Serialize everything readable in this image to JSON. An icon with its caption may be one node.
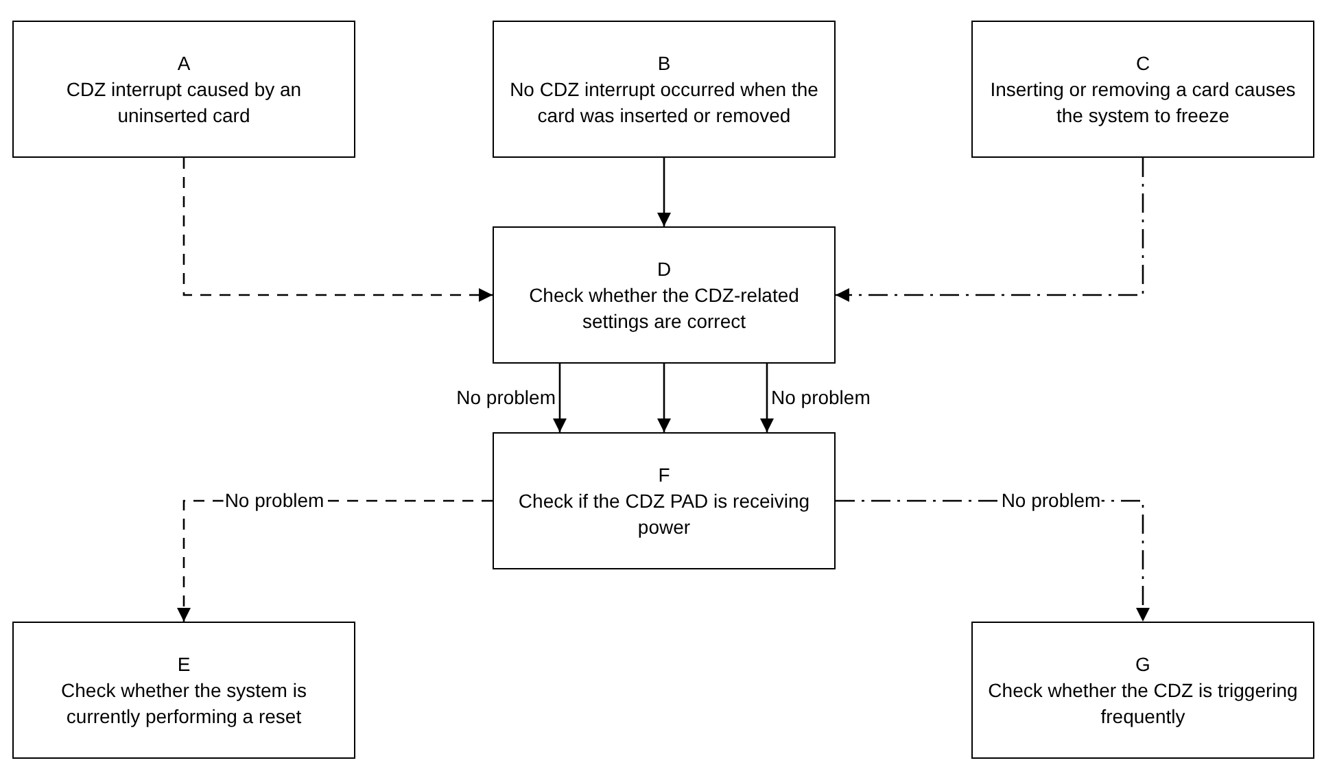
{
  "diagram": {
    "nodes": [
      {
        "text": [
          "A",
          "CDZ interrupt caused by an uninserted card"
        ]
      },
      {
        "text": [
          "B",
          "No CDZ interrupt occurred when the card was inserted or removed"
        ]
      },
      {
        "text": [
          "C",
          "Inserting or removing a card causes the system to freeze"
        ]
      },
      {
        "text": [
          "D",
          "Check whether the CDZ-related settings are correct"
        ]
      },
      {
        "text": [
          "F",
          "Check if the CDZ PAD is receiving power"
        ]
      },
      {
        "text": [
          "E",
          "Check whether the system is currently performing a reset"
        ]
      },
      {
        "text": [
          "G",
          "Check whether the CDZ is triggering frequently"
        ]
      }
    ],
    "edges": [
      {
        "from": 0,
        "to": 3,
        "arrow": "to",
        "style": "dashed"
      },
      {
        "from": 1,
        "to": 3,
        "arrow": "to"
      },
      {
        "from": 2,
        "to": 3,
        "arrow": "to",
        "style": "dashed"
      },
      {
        "from": 3,
        "to": 4,
        "arrow": "to",
        "label": "No problem"
      },
      {
        "from": 3,
        "to": 4,
        "arrow": "to"
      },
      {
        "from": 3,
        "to": 4,
        "arrow": "to",
        "label": "No problem"
      },
      {
        "from": 4,
        "to": 5,
        "arrow": "to",
        "style": "dashed",
        "label": "No problem"
      },
      {
        "from": 4,
        "to": 6,
        "arrow": "to",
        "style": "dashed",
        "label": "No problem"
      }
    ]
  }
}
